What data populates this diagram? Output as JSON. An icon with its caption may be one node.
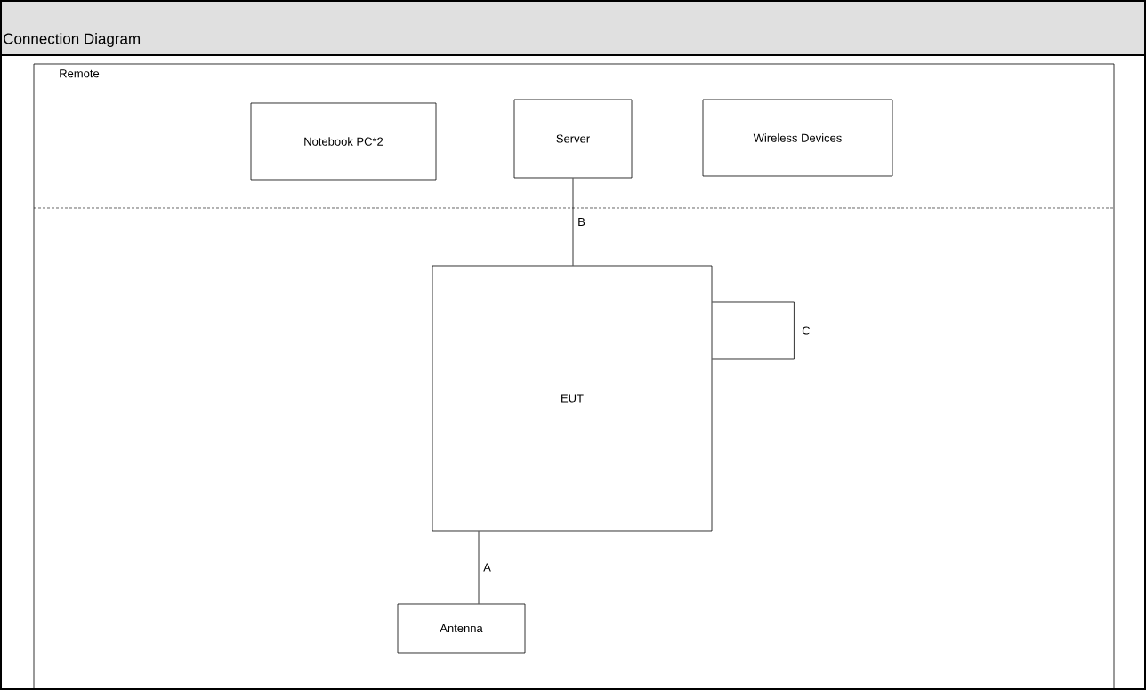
{
  "diagram": {
    "title": "Connection Diagram",
    "nodes": [
      {
        "text": [
          "Notebook PC*2"
        ]
      },
      {
        "text": [
          "Server"
        ]
      },
      {
        "text": [
          "Wireless Devices"
        ]
      },
      {
        "text": [
          "EUT"
        ]
      },
      {
        "text": [
          "Antenna"
        ]
      }
    ],
    "edges": [
      {
        "from": 1,
        "to": 3,
        "arrow": "none",
        "label": "B"
      },
      {
        "from": 3,
        "to": 3,
        "arrow": "none",
        "label": "C"
      },
      {
        "from": 3,
        "to": 4,
        "arrow": "none",
        "label": "A"
      }
    ],
    "labels": [
      "Remote"
    ]
  }
}
